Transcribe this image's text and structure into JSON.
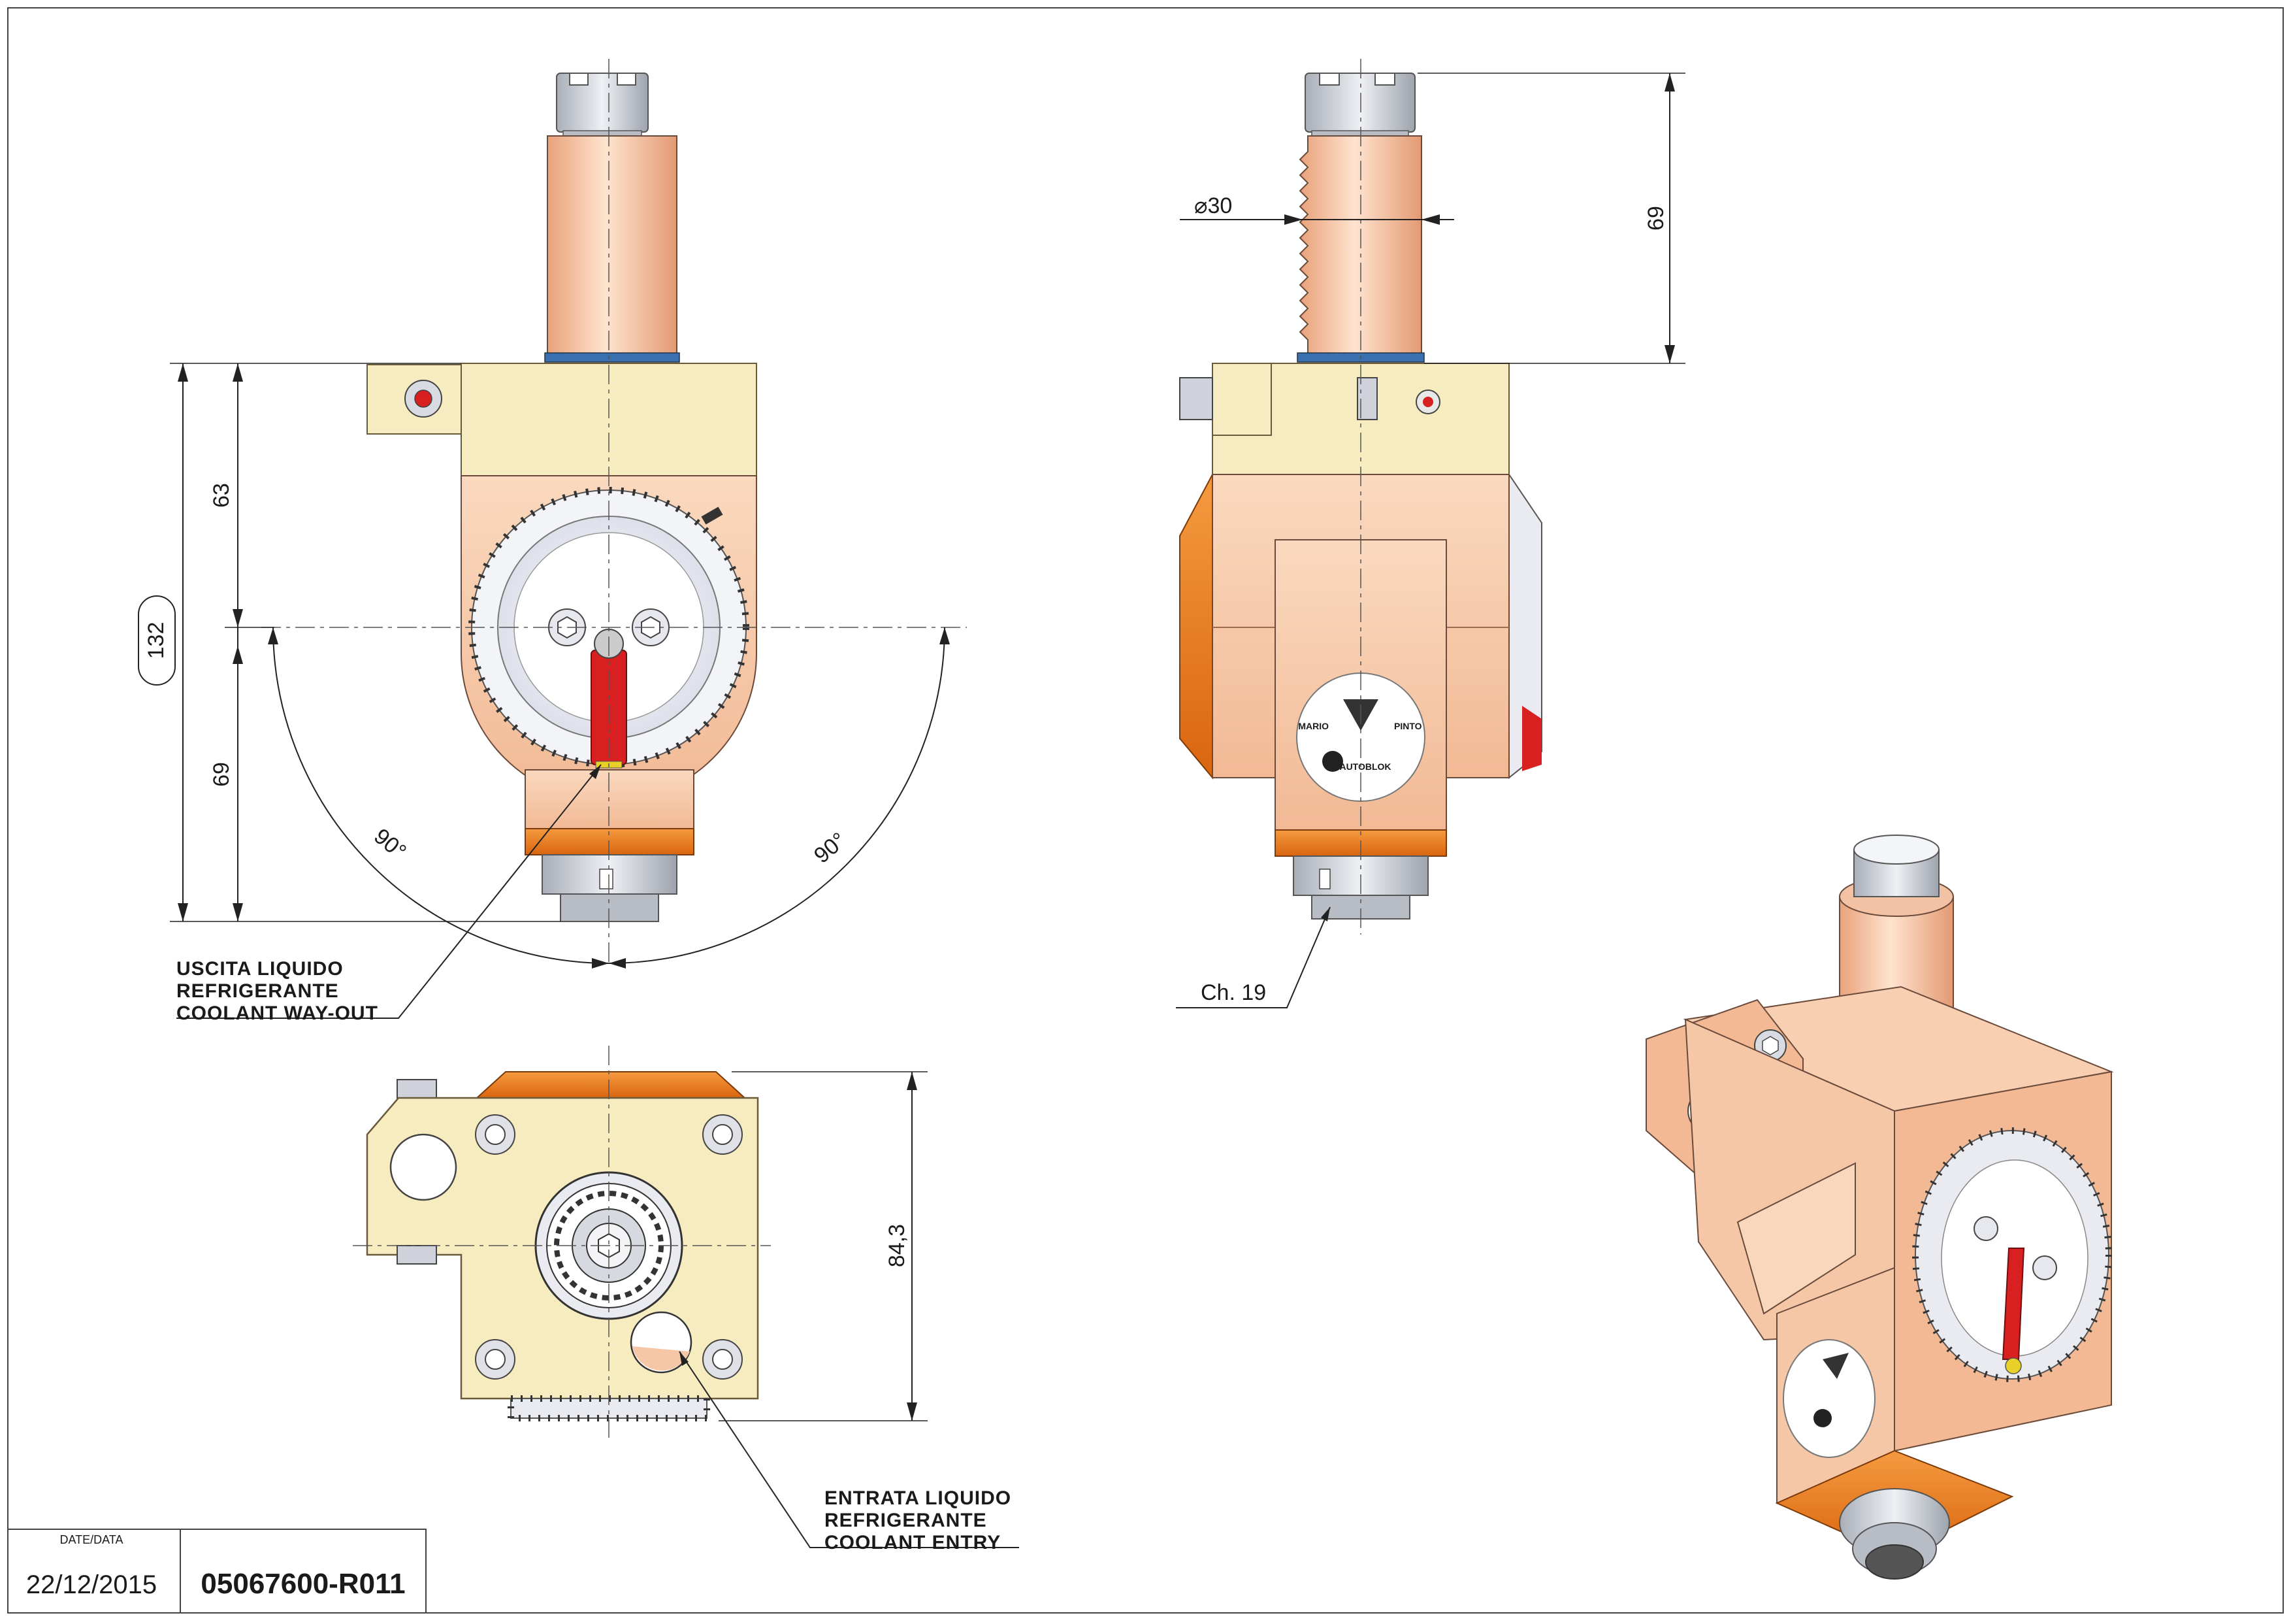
{
  "drawing": {
    "dimensions": {
      "overall_height": "132",
      "upper_height": "63",
      "lower_height": "69",
      "angle_left": "90°",
      "angle_right": "90°",
      "shank_diameter": "⌀30",
      "shank_length": "69",
      "width_bottom_view": "84,3",
      "nut_chamfer": "Ch. 19"
    },
    "notes": {
      "outlet_line1": "USCITA LIQUIDO",
      "outlet_line2": "REFRIGERANTE",
      "outlet_line3": "COOLANT WAY-OUT",
      "inlet_line1": "ENTRATA LIQUIDO",
      "inlet_line2": "REFRIGERANTE",
      "inlet_line3": "COOLANT ENTRY"
    },
    "logo": {
      "brand_left": "MARIO",
      "brand_right": "PINTO",
      "partner": "AUTOBLOK"
    },
    "title_block": {
      "date_label": "DATE/DATA",
      "date": "22/12/2015",
      "code": "05067600-R011"
    },
    "colors": {
      "body": "#f5c7a6",
      "body_dark": "#e89a6a",
      "flange": "#f7ecc0",
      "orange": "#ef7a1a",
      "steel": "#c8ccd4",
      "lever": "#d82020",
      "ring": "#3a6fb0"
    }
  }
}
